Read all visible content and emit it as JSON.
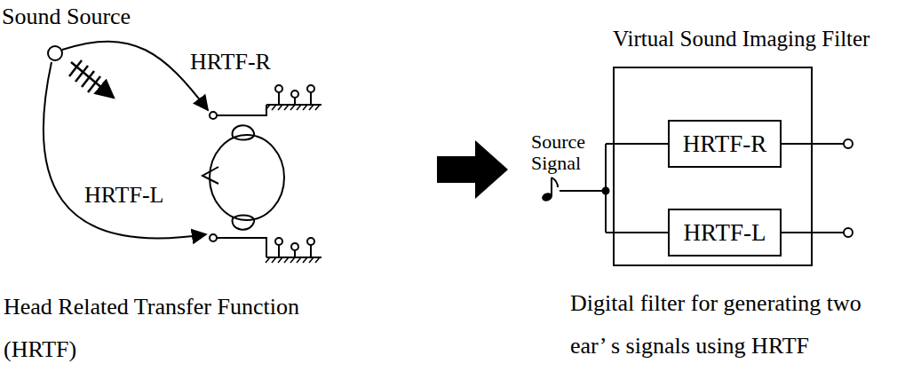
{
  "diagram": {
    "nodes": [
      {
        "text": [
          "Virtual Sound Imaging Filter"
        ]
      },
      {
        "text": [
          "HRTF-R"
        ],
        "in": 0
      },
      {
        "text": [
          "HRTF-L"
        ],
        "in": 0
      }
    ],
    "labels": [
      "Sound Source",
      "HRTF-R",
      "HRTF-L",
      "Head Related Transfer Function (HRTF)",
      "Source Signal",
      "Digital filter for generating two ear’ s signals using HRTF"
    ]
  }
}
